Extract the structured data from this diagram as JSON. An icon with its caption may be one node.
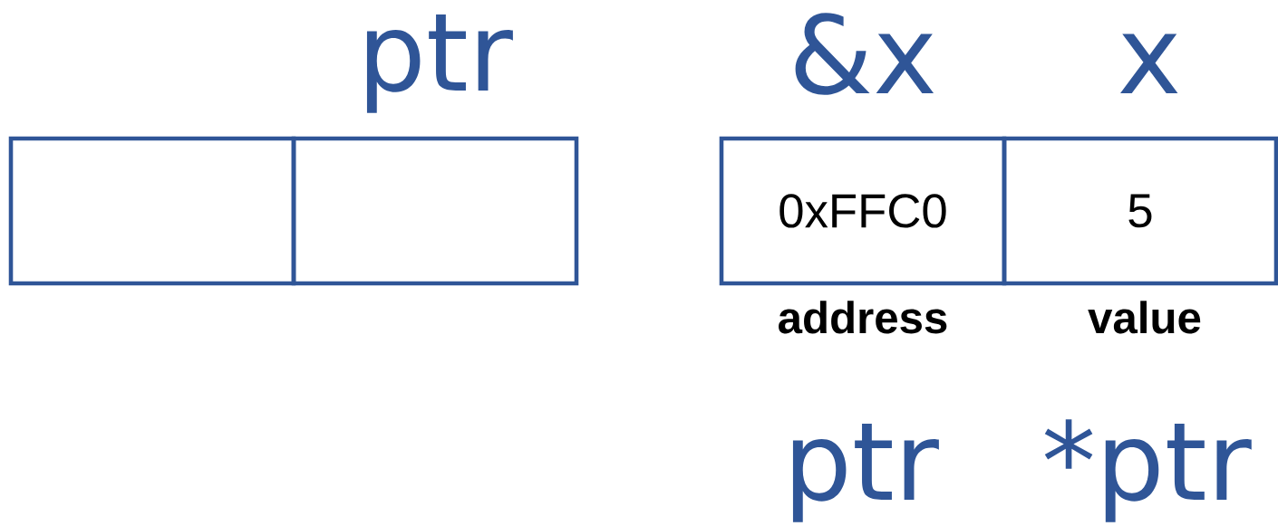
{
  "diagram": {
    "nodes": [
      {
        "text": [],
        "shape": "box"
      },
      {
        "text": [],
        "shape": "box"
      },
      {
        "text": [
          "0xFFC0"
        ]
      },
      {
        "text": [
          "5"
        ]
      }
    ],
    "labels": [
      "ptr",
      "&x",
      "x",
      "address",
      "value",
      "ptr",
      "*ptr"
    ]
  }
}
